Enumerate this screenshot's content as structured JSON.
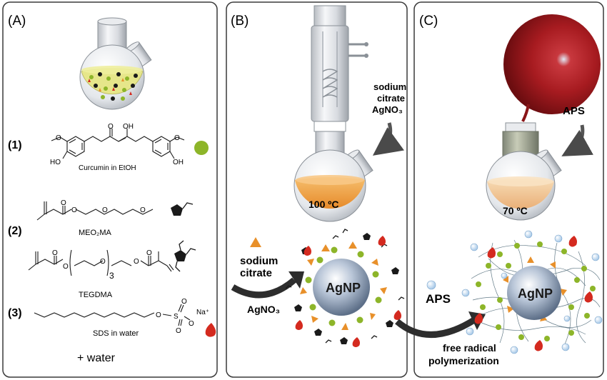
{
  "panels": {
    "a": {
      "label": "(A)",
      "step1": "(1)",
      "step2": "(2)",
      "step3": "(3)",
      "curcumin_caption": "Curcumin in EtOH",
      "meo2ma_caption": "MEO₂MA",
      "tegdma_caption": "TEGDMA",
      "tegdma_subscript": "3",
      "sds_caption": "SDS in water",
      "sodium_ion": "Na⁺",
      "water": "+ water",
      "atoms": {
        "O": "O",
        "OH": "OH",
        "HO": "HO",
        "S": "S"
      }
    },
    "b": {
      "label": "(B)",
      "reagent_line1": "sodium",
      "reagent_line2": "citrate",
      "reagent_line3": "AgNO₃",
      "temperature": "100 ºC",
      "arrow_top1": "sodium",
      "arrow_top2": "citrate",
      "arrow_bottom": "AgNO₃",
      "particle": "AgNP"
    },
    "c": {
      "label": "(C)",
      "initiator": "APS",
      "temperature": "70 ºC",
      "arrow_label": "APS",
      "process_line1": "free radical",
      "process_line2": "polymerization",
      "particle": "AgNP"
    }
  },
  "colors": {
    "curcumin": "#8db529",
    "sds": "#d42a1f",
    "citrate": "#e8902a",
    "solution_a": "#e6e68a",
    "solution_b": "#f0a24a",
    "solution_c": "#f0c89a",
    "balloon": "#a81a1e",
    "panel_border": "#3a3a3a"
  }
}
